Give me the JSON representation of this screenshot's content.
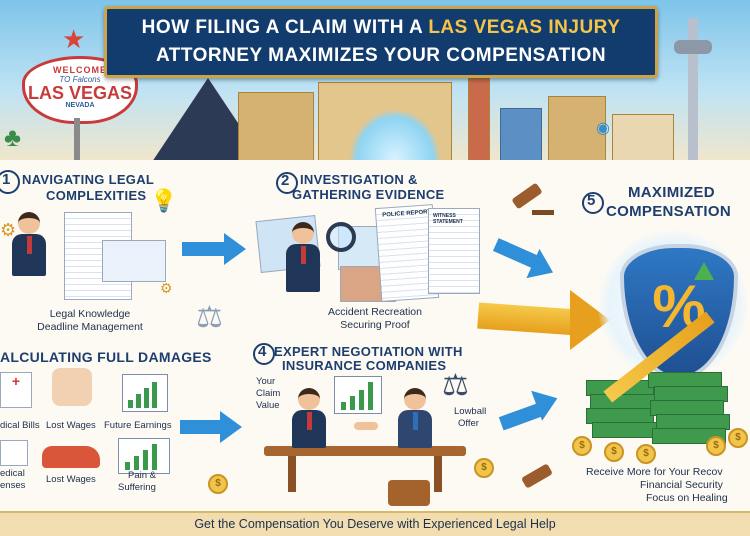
{
  "header": {
    "title_line1_prefix": "HOW FILING A CLAIM WITH A",
    "title_line1_highlight": "LAS VEGAS INJURY",
    "title_line2": "ATTORNEY MAXIMIZES YOUR COMPENSATION"
  },
  "sign": {
    "welcome": "WELCOME",
    "to": "TO Falcons",
    "city": "LAS VEGAS",
    "state": "NEVADA"
  },
  "steps": {
    "s1": {
      "num": "1",
      "title_line1": "NAVIGATING LEGAL",
      "title_line2": "COMPLEXITIES",
      "caption_line1": "Legal Knowledge",
      "caption_line2": "Deadline Management"
    },
    "s2": {
      "num": "2",
      "title_line1": "INVESTIGATION &",
      "title_line2": "GATHERING EVIDENCE",
      "caption_line1": "Accident Recreation",
      "caption_line2": "Securing Proof",
      "doc1": "POLICE REPORT",
      "doc2": "WITNESS STATEMENT"
    },
    "s3": {
      "title": "ALCULATING FULL DAMAGES",
      "items": [
        "dical Bills",
        "Lost Wages",
        "Future Earnings",
        "edical",
        "Lost Wages",
        "Pain &"
      ],
      "sub": [
        "enses",
        "Suffering"
      ]
    },
    "s4": {
      "num": "4",
      "title_line1": "EXPERT NEGOTIATION WITH",
      "title_line2": "INSURANCE COMPANIES",
      "your_line1": "Your",
      "your_line2": "Claim",
      "your_line3": "Value",
      "low_line1": "Lowball",
      "low_line2": "Offer"
    },
    "s5": {
      "num": "5",
      "title_line1": "MAXIMIZED",
      "title_line2": "COMPENSATION",
      "caption_line1": "Receive More for Your Recov",
      "caption_line2": "Financial Security",
      "caption_line3": "Focus on Healing"
    }
  },
  "footer": {
    "text": "Get the Compensation You Deserve with Experienced Legal Help"
  },
  "colors": {
    "navy": "#133c6e",
    "gold": "#f4c548",
    "accent_blue": "#2f8fd8",
    "money_green": "#3f9a4e"
  },
  "icons": [
    "welcome-sign-icon",
    "pyramid-icon",
    "fountain-icon",
    "tower-icon",
    "gavel-icon",
    "scales-icon",
    "magnifier-icon",
    "percent-shield-icon",
    "coin-icon",
    "money-stack-icon",
    "growth-arrow-icon",
    "bandage-icon",
    "car-icon",
    "briefcase-icon",
    "bar-chart-icon",
    "gear-icon",
    "lightbulb-icon"
  ]
}
